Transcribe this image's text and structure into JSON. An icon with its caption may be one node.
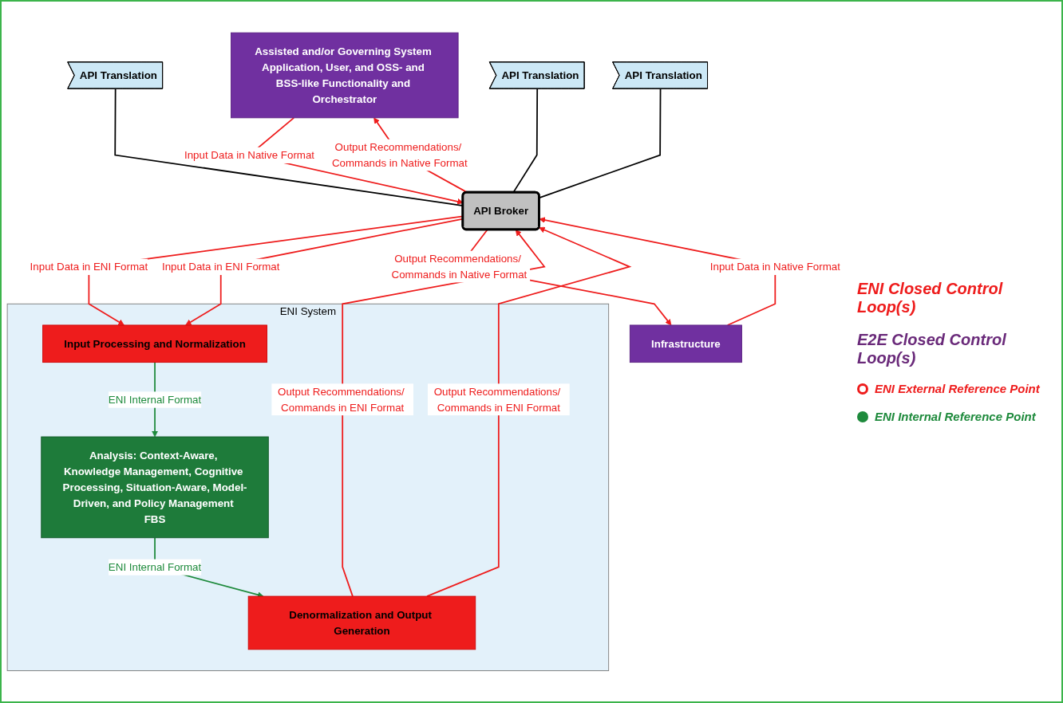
{
  "diagram": {
    "nodes": [
      {
        "text": [
          "Assisted and/or Governing System Application, User, and OSS- and BSS-like Functionality and Orchestrator"
        ]
      },
      {
        "text": [
          "API Translation"
        ]
      },
      {
        "text": [
          "API Translation"
        ]
      },
      {
        "text": [
          "API Translation"
        ]
      },
      {
        "text": [
          "API Broker"
        ]
      },
      {
        "text": [
          "ENI System"
        ]
      },
      {
        "text": [
          "Input Processing and Normalization"
        ],
        "in": 5
      },
      {
        "text": [
          "Denormalization and Output Generation"
        ],
        "in": 5
      },
      {
        "text": [
          "Analysis: Context-Aware, Knowledge Management, Cognitive Processing, Situation-Aware, Model-Driven, and Policy Management FBS"
        ],
        "in": 5
      },
      {
        "text": [
          "Infrastructure"
        ]
      }
    ],
    "edges": [
      {
        "from": 9,
        "to": 4,
        "arrow": "to",
        "label": "Input Data in Native Format"
      },
      {
        "from": 0,
        "to": 4,
        "arrow": "to",
        "label": "Input Data in Native Format"
      },
      {
        "from": 4,
        "to": 6,
        "arrow": "to",
        "label": "Input Data in ENI Format"
      },
      {
        "from": 4,
        "to": 6,
        "arrow": "to",
        "label": "Input Data in ENI Format"
      },
      {
        "from": 6,
        "to": 8,
        "arrow": "to",
        "label": "ENI Internal Format",
        "color": "#1e8a3c"
      },
      {
        "from": 8,
        "to": 7,
        "arrow": "to",
        "label": "ENI Internal Format",
        "color": "#1e8a3c"
      },
      {
        "from": 7,
        "to": 4,
        "arrow": "to",
        "label": "Output Recommendations/ Commands in ENI Format"
      },
      {
        "from": 7,
        "to": 4,
        "arrow": "to",
        "label": "Output Recommendations/ Commands in ENI Format"
      },
      {
        "from": 4,
        "to": 0,
        "arrow": "to",
        "label": "Output Recommendations/ Commands in Native Format"
      },
      {
        "from": 4,
        "to": 9,
        "arrow": "to",
        "label": "Output Recommendations/ Commands in Native Format"
      },
      {
        "from": 1,
        "to": 4,
        "arrow": "none",
        "color": "#000000"
      },
      {
        "from": 2,
        "to": 4,
        "arrow": "none",
        "color": "#000000"
      },
      {
        "from": 3,
        "to": 4,
        "arrow": "none",
        "color": "#000000"
      }
    ],
    "labels": [
      "ENI Closed Control Loop(s)",
      "E2E Closed Control Loop(s)"
    ],
    "legend": [
      {
        "text": "ENI External Reference Point"
      },
      {
        "text": "ENI Internal Reference Point"
      }
    ]
  }
}
